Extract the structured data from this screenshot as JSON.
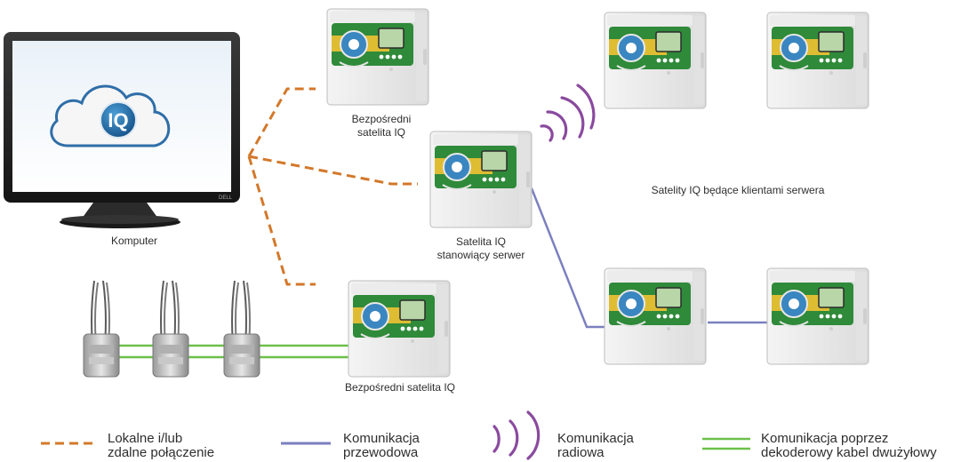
{
  "labels": {
    "computer": "Komputer",
    "direct_top_line1": "Bezpośredni",
    "direct_top_line2": "satelita IQ",
    "server_line1": "Satelita IQ",
    "server_line2": "stanowiący serwer",
    "clients": "Satelity IQ będące klientami serwera",
    "direct_bottom": "Bezpośredni satelita IQ"
  },
  "monitor": {
    "logo_text": "IQ",
    "brand": "DELL"
  },
  "legend": {
    "local_line1": "Lokalne i/lub",
    "local_line2": "zdalne połączenie",
    "wired_line1": "Komunikacja",
    "wired_line2": "przewodowa",
    "radio_line1": "Komunikacja",
    "radio_line2": "radiowa",
    "decoder_line1": "Komunikacja poprzez",
    "decoder_line2": "dekoderowy kabel dwużyłowy"
  },
  "colors": {
    "local": "#d3782a",
    "wired": "#7b80bf",
    "radio": "#8a4a9e",
    "decoder": "#6cc04a",
    "controller_green": "#2e7d32",
    "iq_blue": "#1f6aa5"
  },
  "icons": {
    "monitor": "computer-monitor-icon",
    "cloud": "iq-cloud-logo-icon",
    "controller": "irrigation-controller-icon",
    "decoder": "field-decoder-icon",
    "radio": "radio-waves-icon"
  }
}
